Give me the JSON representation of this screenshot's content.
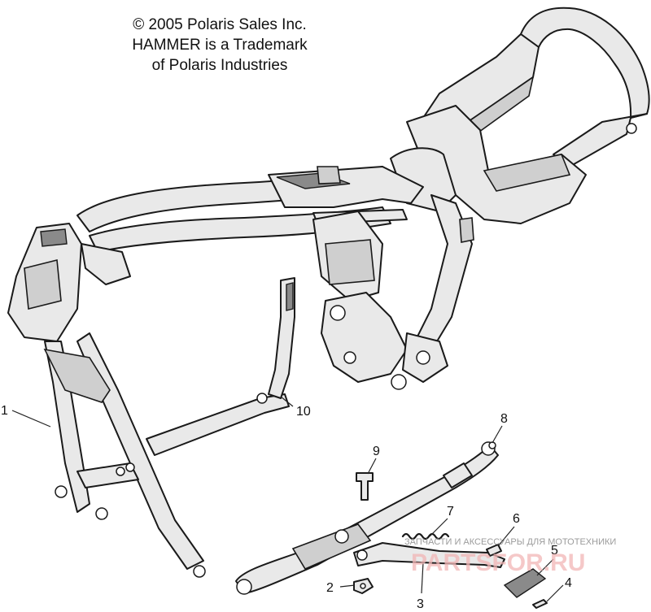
{
  "copyright": {
    "line1": "© 2005 Polaris Sales Inc.",
    "line2": "HAMMER is a Trademark",
    "line3": "of Polaris Industries"
  },
  "callouts": [
    {
      "id": "1",
      "label": "1"
    },
    {
      "id": "2",
      "label": "2"
    },
    {
      "id": "3",
      "label": "3"
    },
    {
      "id": "4",
      "label": "4"
    },
    {
      "id": "5",
      "label": "5"
    },
    {
      "id": "6",
      "label": "6"
    },
    {
      "id": "7",
      "label": "7"
    },
    {
      "id": "8",
      "label": "8"
    },
    {
      "id": "9",
      "label": "9"
    },
    {
      "id": "10",
      "label": "10"
    }
  ],
  "watermark": {
    "tagline": "ЗАПЧАСТИ И АКСЕССУАРЫ ДЛЯ МОТОТЕХНИКИ",
    "logo": "PARTSFOR.RU"
  }
}
